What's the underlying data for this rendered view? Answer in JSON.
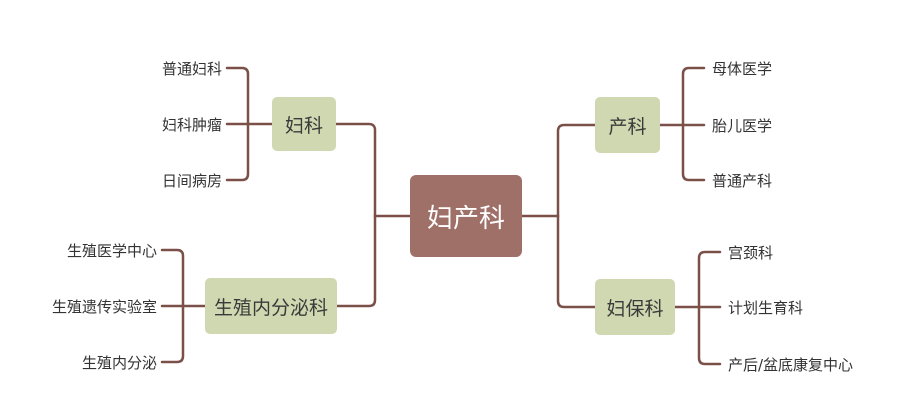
{
  "colors": {
    "center_bg": "#9e7068",
    "branch_bg": "#cfd8b0",
    "line": "#7a5048"
  },
  "center": {
    "label": "妇产科"
  },
  "branches": {
    "fuke": {
      "label": "妇科",
      "leaves": [
        "普通妇科",
        "妇科肿瘤",
        "日间病房"
      ]
    },
    "shengzhi": {
      "label": "生殖内分泌科",
      "leaves": [
        "生殖医学中心",
        "生殖遗传实验室",
        "生殖内分泌"
      ]
    },
    "chanke": {
      "label": "产科",
      "leaves": [
        "母体医学",
        "胎儿医学",
        "普通产科"
      ]
    },
    "fubao": {
      "label": "妇保科",
      "leaves": [
        "宫颈科",
        "计划生育科",
        "产后/盆底康复中心"
      ]
    }
  }
}
